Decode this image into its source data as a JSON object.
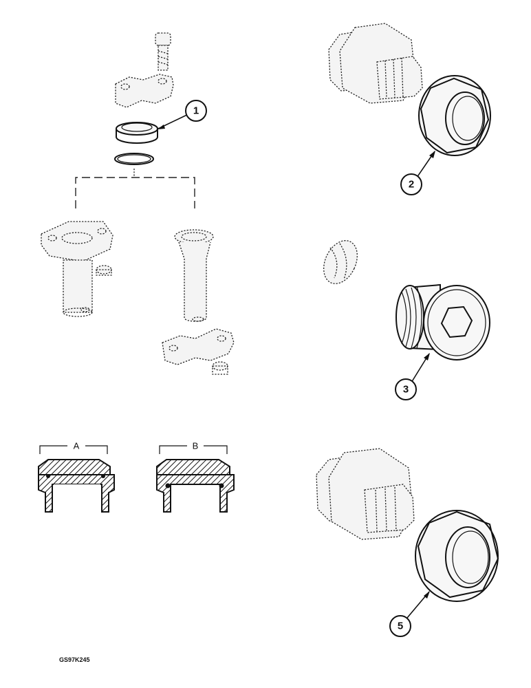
{
  "callouts": {
    "c1": "1",
    "c2": "2",
    "c3": "3",
    "c5": "5"
  },
  "sections": {
    "a": "A",
    "b": "B"
  },
  "figure_code": "GS97K245"
}
